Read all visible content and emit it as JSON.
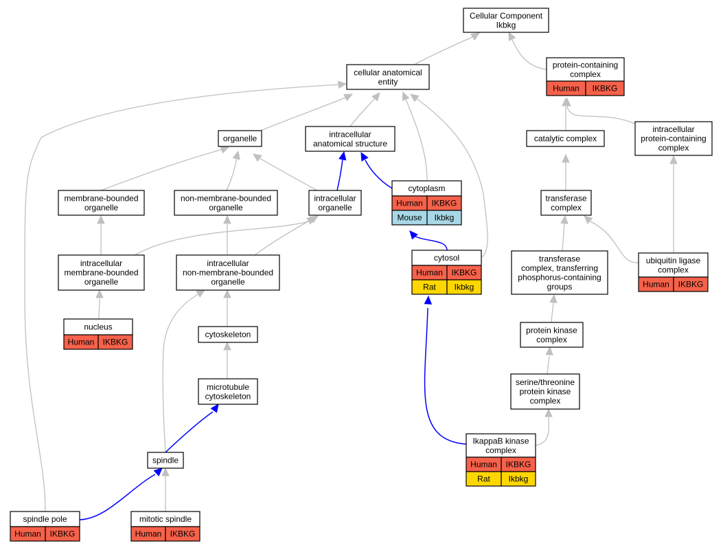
{
  "colors": {
    "human": "#f5614a",
    "mouse": "#a8d8e6",
    "rat": "#ffd700",
    "edge_gray": "#c0c0c0",
    "edge_blue": "#0000ff",
    "node_border": "#000000",
    "background": "#ffffff"
  },
  "nodes": {
    "cellular_component": {
      "lines": [
        "Cellular Component",
        "Ikbkg"
      ],
      "annotations": []
    },
    "cellular_anatomical_entity": {
      "lines": [
        "cellular anatomical",
        "entity"
      ],
      "annotations": []
    },
    "protein_containing_complex": {
      "lines": [
        "protein-containing",
        "complex"
      ],
      "annotations": [
        {
          "species": "Human",
          "gene": "IKBKG",
          "color": "#f5614a"
        }
      ]
    },
    "organelle": {
      "lines": [
        "organelle"
      ],
      "annotations": []
    },
    "intracellular_anatomical_structure": {
      "lines": [
        "intracellular",
        "anatomical structure"
      ],
      "annotations": []
    },
    "catalytic_complex": {
      "lines": [
        "catalytic complex"
      ],
      "annotations": []
    },
    "intracellular_protein_containing_complex": {
      "lines": [
        "intracellular",
        "protein-containing",
        "complex"
      ],
      "annotations": []
    },
    "membrane_bounded_organelle": {
      "lines": [
        "membrane-bounded",
        "organelle"
      ],
      "annotations": []
    },
    "non_membrane_bounded_organelle": {
      "lines": [
        "non-membrane-bounded",
        "organelle"
      ],
      "annotations": []
    },
    "intracellular_organelle": {
      "lines": [
        "intracellular",
        "organelle"
      ],
      "annotations": []
    },
    "cytoplasm": {
      "lines": [
        "cytoplasm"
      ],
      "annotations": [
        {
          "species": "Human",
          "gene": "IKBKG",
          "color": "#f5614a"
        },
        {
          "species": "Mouse",
          "gene": "Ikbkg",
          "color": "#a8d8e6"
        }
      ]
    },
    "transferase_complex": {
      "lines": [
        "transferase",
        "complex"
      ],
      "annotations": []
    },
    "intracellular_membrane_bounded_organelle": {
      "lines": [
        "intracellular",
        "membrane-bounded",
        "organelle"
      ],
      "annotations": []
    },
    "intracellular_non_membrane_bounded_organelle": {
      "lines": [
        "intracellular",
        "non-membrane-bounded",
        "organelle"
      ],
      "annotations": []
    },
    "cytosol": {
      "lines": [
        "cytosol"
      ],
      "annotations": [
        {
          "species": "Human",
          "gene": "IKBKG",
          "color": "#f5614a"
        },
        {
          "species": "Rat",
          "gene": "Ikbkg",
          "color": "#ffd700"
        }
      ]
    },
    "transferase_complex_phosphorus": {
      "lines": [
        "transferase",
        "complex, transferring",
        "phosphorus-containing",
        "groups"
      ],
      "annotations": []
    },
    "ubiquitin_ligase_complex": {
      "lines": [
        "ubiquitin ligase",
        "complex"
      ],
      "annotations": [
        {
          "species": "Human",
          "gene": "IKBKG",
          "color": "#f5614a"
        }
      ]
    },
    "nucleus": {
      "lines": [
        "nucleus"
      ],
      "annotations": [
        {
          "species": "Human",
          "gene": "IKBKG",
          "color": "#f5614a"
        }
      ]
    },
    "cytoskeleton": {
      "lines": [
        "cytoskeleton"
      ],
      "annotations": []
    },
    "protein_kinase_complex": {
      "lines": [
        "protein kinase",
        "complex"
      ],
      "annotations": []
    },
    "microtubule_cytoskeleton": {
      "lines": [
        "microtubule",
        "cytoskeleton"
      ],
      "annotations": []
    },
    "serine_threonine_protein_kinase_complex": {
      "lines": [
        "serine/threonine",
        "protein kinase",
        "complex"
      ],
      "annotations": []
    },
    "ikappab_kinase_complex": {
      "lines": [
        "IkappaB kinase",
        "complex"
      ],
      "annotations": [
        {
          "species": "Human",
          "gene": "IKBKG",
          "color": "#f5614a"
        },
        {
          "species": "Rat",
          "gene": "Ikbkg",
          "color": "#ffd700"
        }
      ]
    },
    "spindle": {
      "lines": [
        "spindle"
      ],
      "annotations": []
    },
    "spindle_pole": {
      "lines": [
        "spindle pole"
      ],
      "annotations": [
        {
          "species": "Human",
          "gene": "IKBKG",
          "color": "#f5614a"
        }
      ]
    },
    "mitotic_spindle": {
      "lines": [
        "mitotic spindle"
      ],
      "annotations": [
        {
          "species": "Human",
          "gene": "IKBKG",
          "color": "#f5614a"
        }
      ]
    }
  },
  "edges": [
    {
      "from": "cellular_anatomical_entity",
      "to": "cellular_component",
      "kind": "is_a"
    },
    {
      "from": "protein_containing_complex",
      "to": "cellular_component",
      "kind": "is_a"
    },
    {
      "from": "organelle",
      "to": "cellular_anatomical_entity",
      "kind": "is_a"
    },
    {
      "from": "intracellular_anatomical_structure",
      "to": "cellular_anatomical_entity",
      "kind": "is_a"
    },
    {
      "from": "cytoplasm",
      "to": "cellular_anatomical_entity",
      "kind": "is_a"
    },
    {
      "from": "cytosol",
      "to": "cellular_anatomical_entity",
      "kind": "is_a"
    },
    {
      "from": "spindle_pole",
      "to": "cellular_anatomical_entity",
      "kind": "is_a"
    },
    {
      "from": "membrane_bounded_organelle",
      "to": "organelle",
      "kind": "is_a"
    },
    {
      "from": "non_membrane_bounded_organelle",
      "to": "organelle",
      "kind": "is_a"
    },
    {
      "from": "intracellular_organelle",
      "to": "organelle",
      "kind": "is_a"
    },
    {
      "from": "intracellular_organelle",
      "to": "intracellular_anatomical_structure",
      "kind": "part_of"
    },
    {
      "from": "cytoplasm",
      "to": "intracellular_anatomical_structure",
      "kind": "part_of"
    },
    {
      "from": "catalytic_complex",
      "to": "protein_containing_complex",
      "kind": "is_a"
    },
    {
      "from": "intracellular_protein_containing_complex",
      "to": "protein_containing_complex",
      "kind": "is_a"
    },
    {
      "from": "transferase_complex",
      "to": "catalytic_complex",
      "kind": "is_a"
    },
    {
      "from": "intracellular_membrane_bounded_organelle",
      "to": "membrane_bounded_organelle",
      "kind": "is_a"
    },
    {
      "from": "intracellular_membrane_bounded_organelle",
      "to": "intracellular_organelle",
      "kind": "is_a"
    },
    {
      "from": "intracellular_non_membrane_bounded_organelle",
      "to": "non_membrane_bounded_organelle",
      "kind": "is_a"
    },
    {
      "from": "intracellular_non_membrane_bounded_organelle",
      "to": "intracellular_organelle",
      "kind": "is_a"
    },
    {
      "from": "cytosol",
      "to": "cytoplasm",
      "kind": "part_of"
    },
    {
      "from": "transferase_complex_phosphorus",
      "to": "transferase_complex",
      "kind": "is_a"
    },
    {
      "from": "ubiquitin_ligase_complex",
      "to": "transferase_complex",
      "kind": "is_a"
    },
    {
      "from": "ubiquitin_ligase_complex",
      "to": "intracellular_protein_containing_complex",
      "kind": "is_a"
    },
    {
      "from": "nucleus",
      "to": "intracellular_membrane_bounded_organelle",
      "kind": "is_a"
    },
    {
      "from": "cytoskeleton",
      "to": "intracellular_non_membrane_bounded_organelle",
      "kind": "is_a"
    },
    {
      "from": "spindle",
      "to": "intracellular_non_membrane_bounded_organelle",
      "kind": "is_a"
    },
    {
      "from": "protein_kinase_complex",
      "to": "transferase_complex_phosphorus",
      "kind": "is_a"
    },
    {
      "from": "microtubule_cytoskeleton",
      "to": "cytoskeleton",
      "kind": "is_a"
    },
    {
      "from": "serine_threonine_protein_kinase_complex",
      "to": "protein_kinase_complex",
      "kind": "is_a"
    },
    {
      "from": "ikappab_kinase_complex",
      "to": "serine_threonine_protein_kinase_complex",
      "kind": "is_a"
    },
    {
      "from": "ikappab_kinase_complex",
      "to": "cytosol",
      "kind": "part_of"
    },
    {
      "from": "spindle",
      "to": "microtubule_cytoskeleton",
      "kind": "part_of"
    },
    {
      "from": "spindle_pole",
      "to": "spindle",
      "kind": "part_of"
    },
    {
      "from": "mitotic_spindle",
      "to": "spindle",
      "kind": "is_a"
    }
  ]
}
